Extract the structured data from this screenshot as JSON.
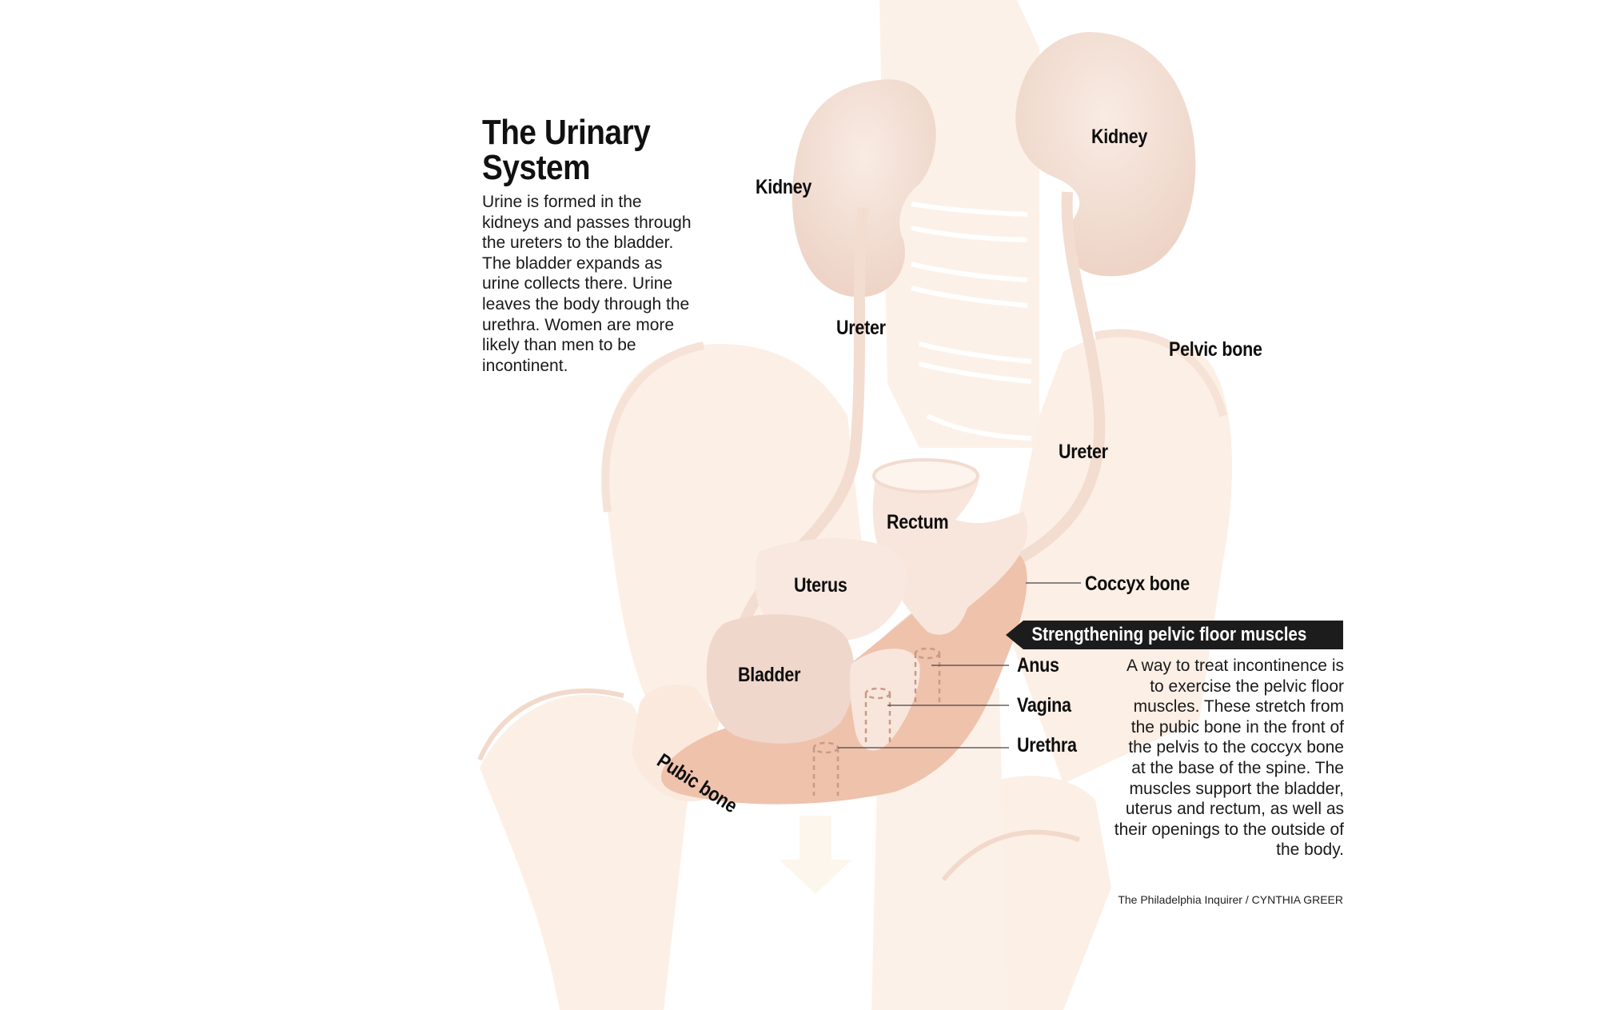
{
  "title": "The Urinary System",
  "intro": "Urine is formed in the kidneys and passes through the ureters to the bladder. The bladder expands as urine collects there. Urine leaves the body through the urethra. Women are more likely than men to be incontinent.",
  "labels": {
    "kidney_left": "Kidney",
    "kidney_right": "Kidney",
    "ureter_left": "Ureter",
    "ureter_right": "Ureter",
    "pelvic_bone": "Pelvic bone",
    "rectum": "Rectum",
    "uterus": "Uterus",
    "coccyx_bone": "Coccyx bone",
    "bladder": "Bladder",
    "anus": "Anus",
    "vagina": "Vagina",
    "urethra": "Urethra",
    "pubic_bone": "Pubic bone"
  },
  "callout": {
    "heading": "Strengthening pelvic floor muscles",
    "text": "A way to treat incontinence is to exercise the pelvic floor muscles. These stretch from the pubic bone in the front of the pelvis to the coccyx bone at the base of the spine. The muscles support the bladder, uterus and rectum, as well as their openings to the outside of the body."
  },
  "credit": "The Philadelphia Inquirer / CYNTHIA GREER",
  "colors": {
    "bone": "#fbeee4",
    "organ": "#f3ddd2",
    "muscle": "#efc2ac",
    "banner": "#1c1c1c"
  }
}
